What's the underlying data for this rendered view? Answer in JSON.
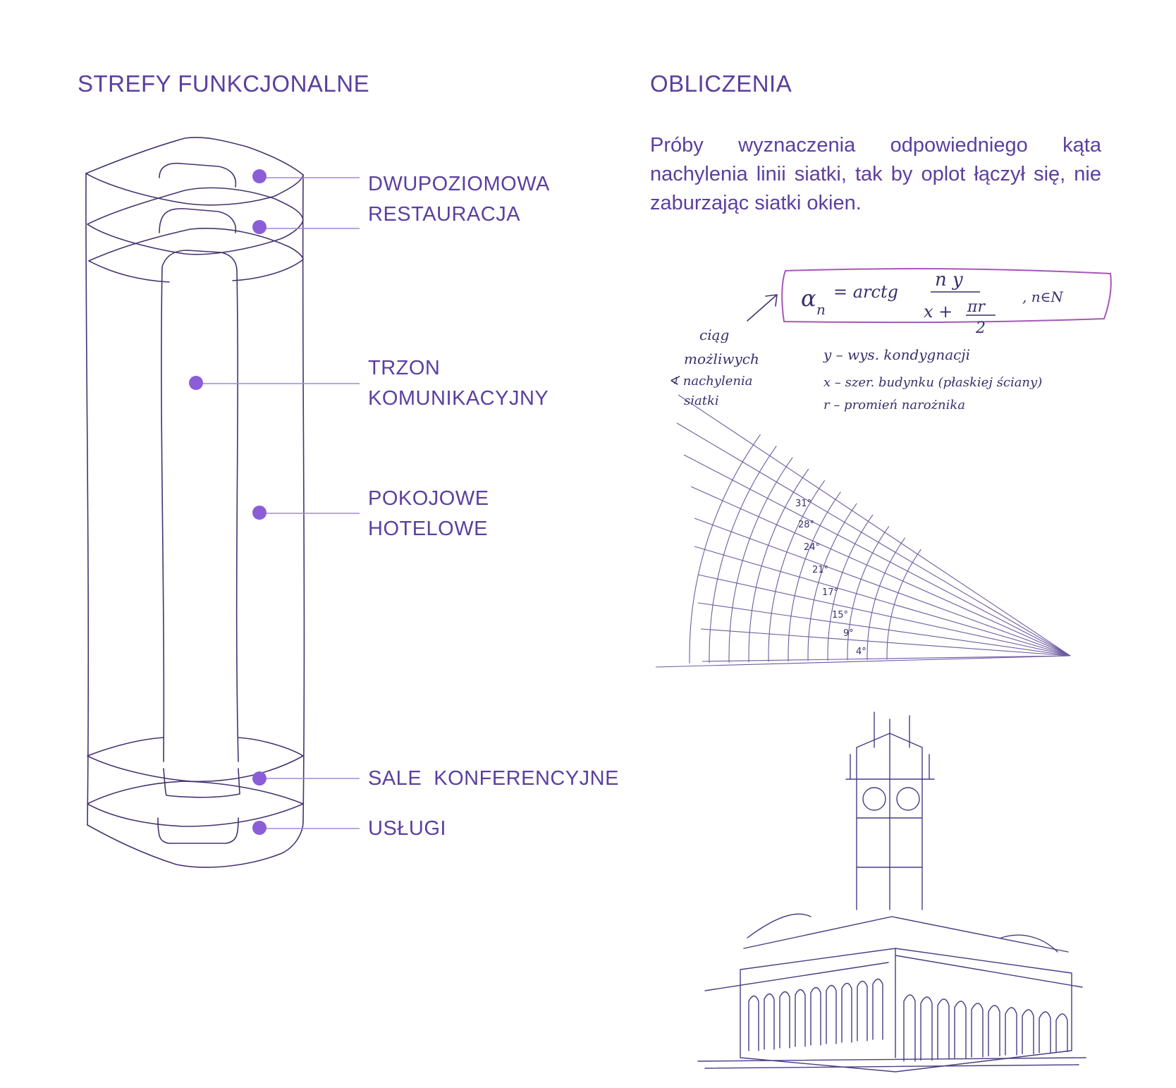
{
  "left": {
    "title": "STREFY FUNKCJONALNE",
    "labels": {
      "restaurant_1": "DWUPOZIOMOWA",
      "restaurant_2": "RESTAURACJA",
      "core_1": "TRZON",
      "core_2": "KOMUNIKACYJNY",
      "rooms_1": "POKOJOWE",
      "rooms_2": "HOTELOWE",
      "conference": "SALE  KONFERENCYJNE",
      "services": "USŁUGI"
    }
  },
  "right": {
    "title": "OBLICZENIA",
    "paragraph": "Próby wyznaczenia odpowiedniego kąta nachylenia linii siatki, tak by oplot łączył się, nie zaburzając siatki okien.",
    "formula": {
      "lhs": "α",
      "lhs_sub": "n",
      "eq": "= arctg",
      "numerator": "n y",
      "denominator_left": "x +",
      "pi_r": "πr",
      "two": "2",
      "condition": ", n∈N"
    },
    "side_note": [
      "ciąg",
      "możliwych",
      "∢ nachylenia",
      "siatki"
    ],
    "legend": [
      "y – wys. kondygnacji",
      "x – szer. budynku (płaskiej ściany)",
      "r – promień narożnika"
    ],
    "angles": [
      "31°",
      "28°",
      "24°",
      "21°",
      "17°",
      "15°",
      "9°",
      "4°"
    ]
  },
  "colors": {
    "accent": "#5b3fa0",
    "dot": "#8b5ed8",
    "leader": "#a487d6",
    "sketch": "#45336f",
    "formula_box": "#a657b8"
  }
}
